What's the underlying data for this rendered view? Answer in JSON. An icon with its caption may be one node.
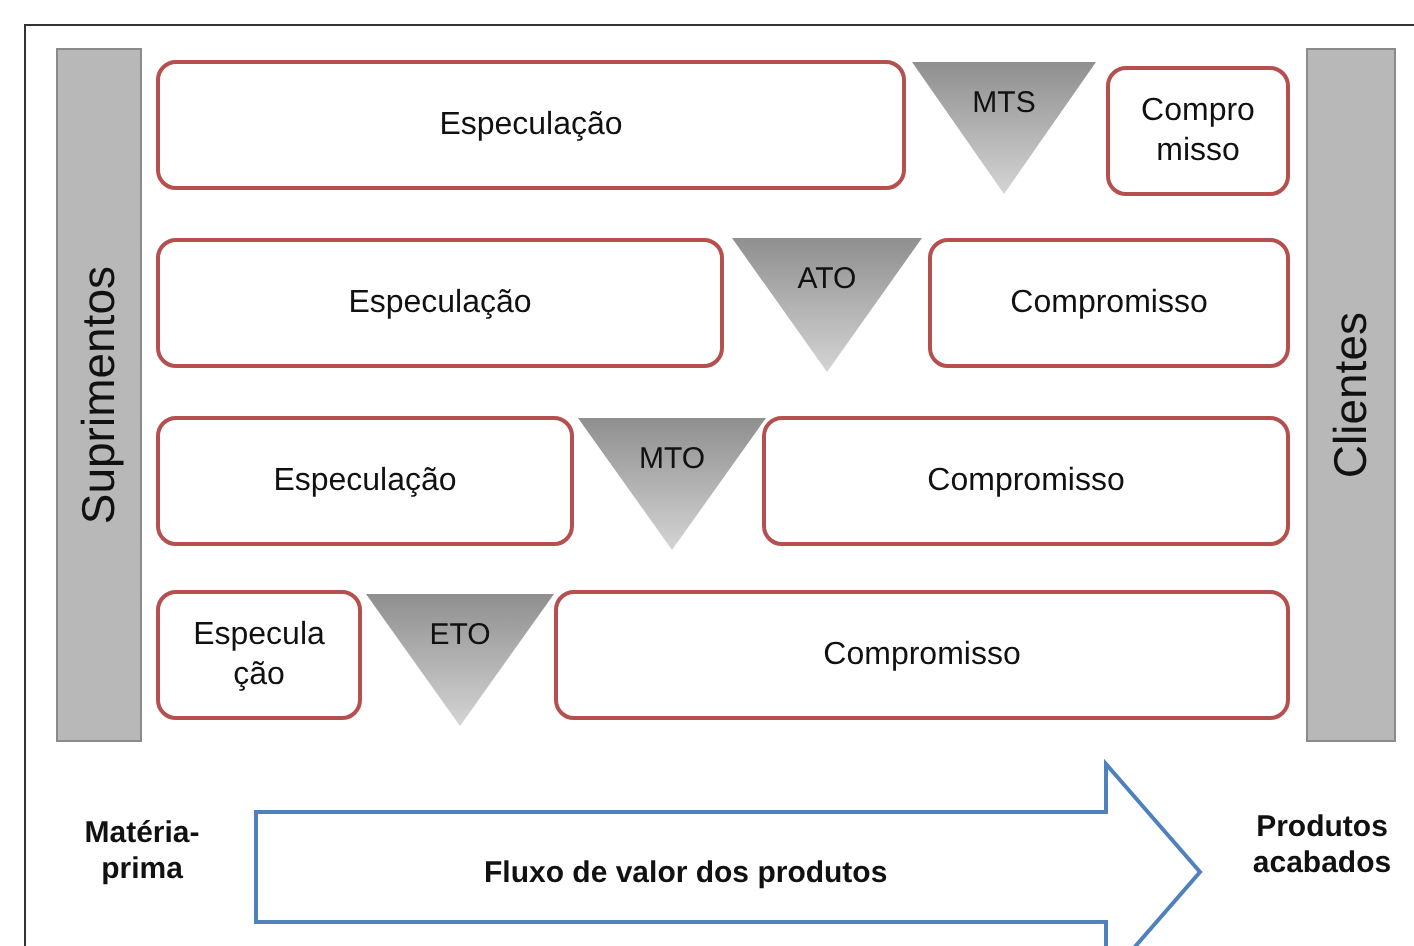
{
  "diagram": {
    "nodes": [
      {
        "text": [
          "Suprimentos"
        ]
      },
      {
        "text": [
          "Especulação"
        ]
      },
      {
        "text": [
          "MTS"
        ]
      },
      {
        "text": [
          "Compro misso"
        ]
      },
      {
        "text": [
          "Especulação"
        ]
      },
      {
        "text": [
          "ATO"
        ]
      },
      {
        "text": [
          "Compromisso"
        ]
      },
      {
        "text": [
          "Especulação"
        ]
      },
      {
        "text": [
          "MTO"
        ]
      },
      {
        "text": [
          "Compromisso"
        ]
      },
      {
        "text": [
          "Especula ção"
        ]
      },
      {
        "text": [
          "ETO"
        ]
      },
      {
        "text": [
          "Compromisso"
        ]
      },
      {
        "text": [
          "Clientes"
        ]
      },
      {
        "text": [
          "Fluxo de valor dos produtos"
        ]
      }
    ],
    "labels": [
      "Matéria-prima",
      "Produtos acabados"
    ]
  }
}
